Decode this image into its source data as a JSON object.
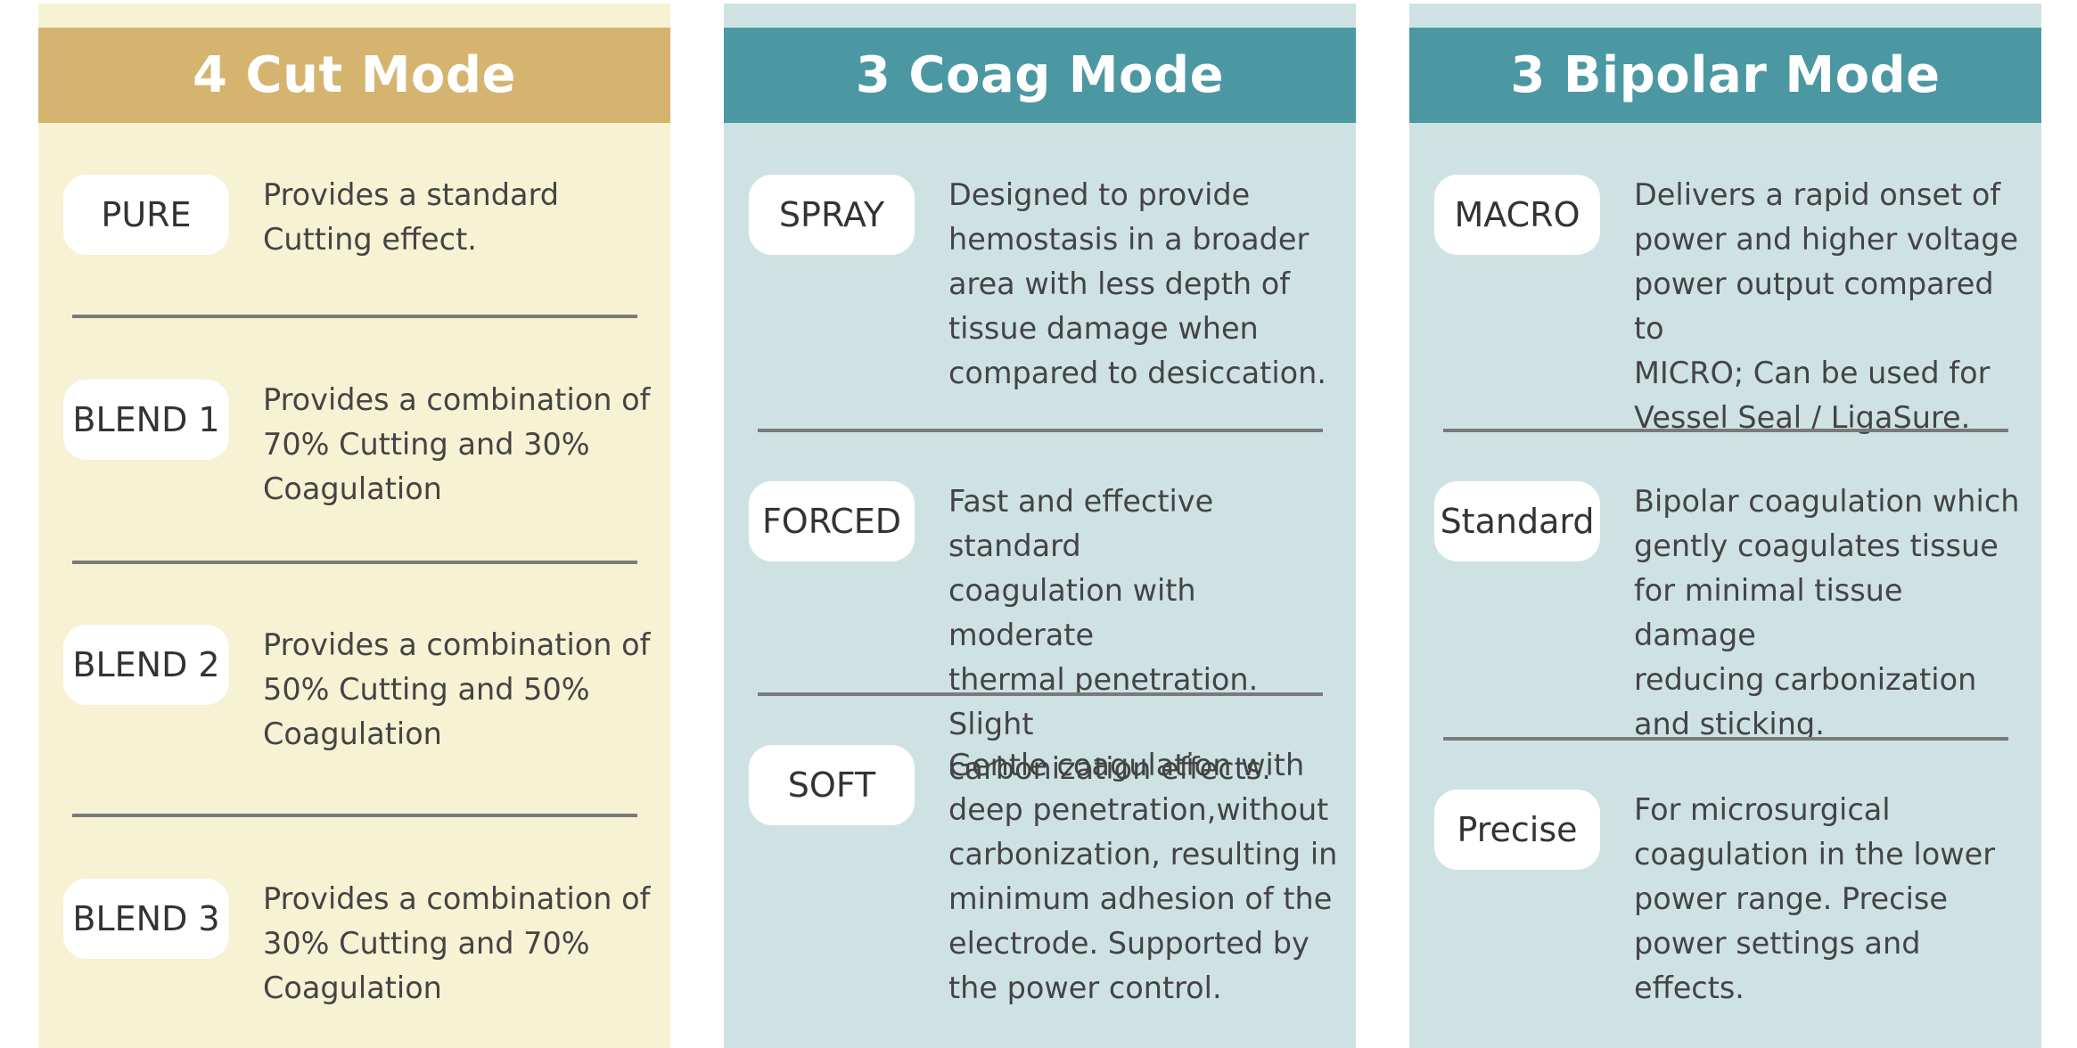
{
  "panels": [
    {
      "title": "4 Cut Mode",
      "accent": "#d5b46f",
      "background": "#f6f2d3",
      "modes": [
        {
          "badge": "PURE",
          "lines": [
            "Provides a standard",
            "Cutting effect."
          ]
        },
        {
          "badge": "BLEND 1",
          "lines": [
            "Provides a combination of",
            "70% Cutting and 30%",
            "Coagulation"
          ]
        },
        {
          "badge": "BLEND 2",
          "lines": [
            "Provides a combination of",
            "50% Cutting and 50%",
            "Coagulation"
          ]
        },
        {
          "badge": "BLEND 3",
          "lines": [
            "Provides a combination of",
            "30% Cutting and 70%",
            "Coagulation"
          ]
        }
      ]
    },
    {
      "title": "3 Coag Mode",
      "accent": "#4b98a3",
      "background": "#cfe2e3",
      "modes": [
        {
          "badge": "SPRAY",
          "lines": [
            "Designed to provide",
            "hemostasis in a broader",
            "area with less depth of",
            "tissue damage when",
            "compared to desiccation."
          ]
        },
        {
          "badge": "FORCED",
          "lines": [
            "Fast and effective standard",
            "coagulation with moderate",
            "thermal penetration. Slight",
            "carbonization effects."
          ]
        },
        {
          "badge": "SOFT",
          "lines": [
            "Gentle coagulation with",
            "deep penetration,without",
            "carbonization, resulting in",
            "minimum adhesion of the",
            "electrode. Supported by",
            "the power control."
          ]
        }
      ]
    },
    {
      "title": "3 Bipolar Mode",
      "accent": "#4b98a3",
      "background": "#cfe2e3",
      "modes": [
        {
          "badge": "MACRO",
          "lines": [
            "Delivers a rapid onset of",
            "power and higher voltage",
            "power output compared to",
            "MICRO; Can be used for",
            "Vessel Seal / LigaSure."
          ]
        },
        {
          "badge": "Standard",
          "lines": [
            "Bipolar coagulation which",
            "gently coagulates tissue",
            "for minimal tissue damage",
            "reducing carbonization",
            "and sticking."
          ]
        },
        {
          "badge": "Precise",
          "lines": [
            "For microsurgical",
            "coagulation in the lower",
            "power range. Precise",
            "power settings and effects."
          ]
        }
      ]
    }
  ]
}
